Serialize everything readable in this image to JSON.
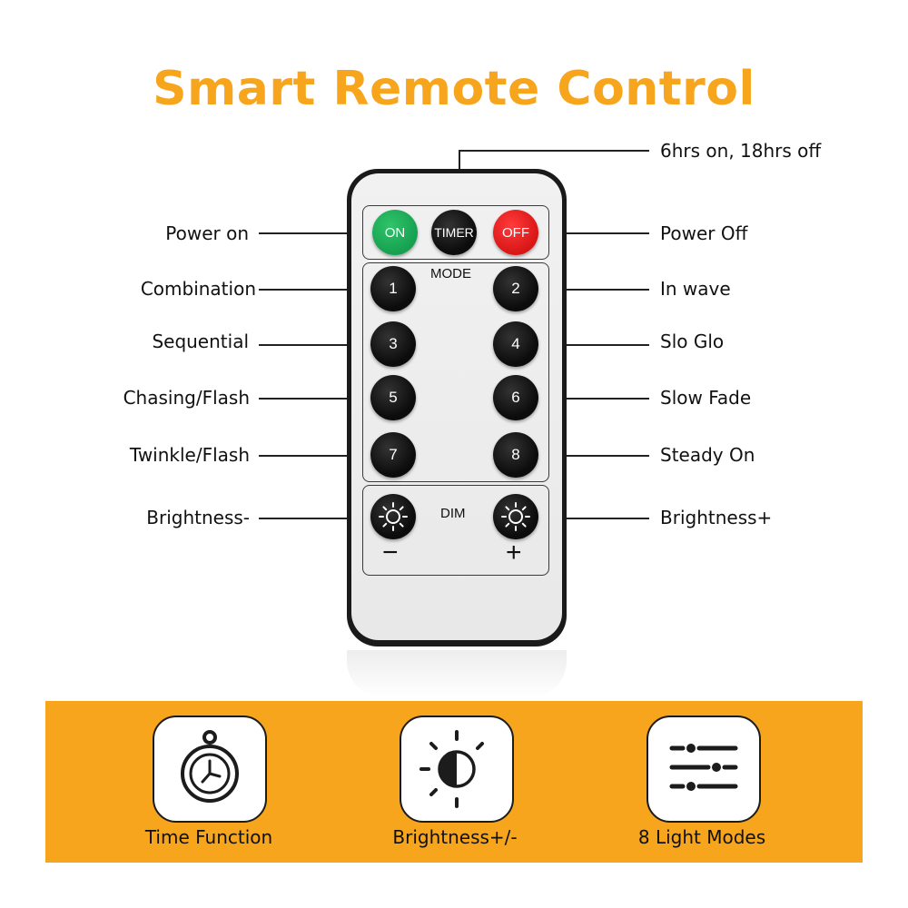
{
  "title": "Smart Remote Control",
  "remote": {
    "buttons": {
      "on": "ON",
      "timer": "TIMER",
      "off": "OFF",
      "b1": "1",
      "b2": "2",
      "b3": "3",
      "b4": "4",
      "b5": "5",
      "b6": "6",
      "b7": "7",
      "b8": "8"
    },
    "mode_label": "MODE",
    "dim_label": "DIM",
    "minus": "−",
    "plus": "+"
  },
  "labels": {
    "timer": "6hrs on, 18hrs off",
    "power_on": "Power on",
    "power_off": "Power Off",
    "combination": "Combination",
    "in_wave": "In wave",
    "sequential": "Sequential",
    "slo_glo": "Slo Glo",
    "chasing_flash": "Chasing/Flash",
    "slow_fade": "Slow Fade",
    "twinkle_flash": "Twinkle/Flash",
    "steady_on": "Steady On",
    "brightness_minus": "Brightness-",
    "brightness_plus": "Brightness+"
  },
  "features": [
    {
      "label": "Time Function",
      "icon": "stopwatch-icon"
    },
    {
      "label": "Brightness+/-",
      "icon": "brightness-icon"
    },
    {
      "label": "8 Light Modes",
      "icon": "sliders-icon"
    }
  ],
  "colors": {
    "accent": "#f7a51c",
    "on_button": "#16a050",
    "off_button": "#d81616"
  }
}
